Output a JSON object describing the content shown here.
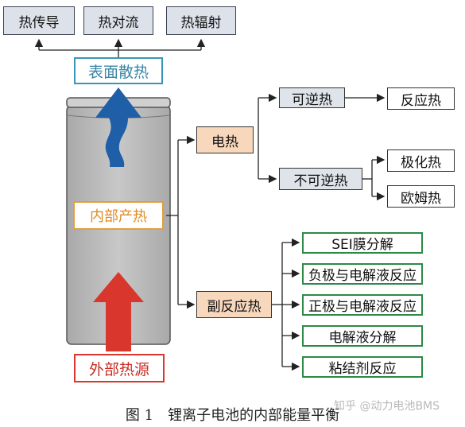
{
  "diagram": {
    "top_boxes": [
      "热传导",
      "热对流",
      "热辐射"
    ],
    "surface_heat": "表面散热",
    "internal_heat": "内部产热",
    "external_heat": "外部热源",
    "electric_heat": "电热",
    "reversible_heat": "可逆热",
    "reaction_heat": "反应热",
    "irreversible_heat": "不可逆热",
    "polarization_heat": "极化热",
    "ohmic_heat": "欧姆热",
    "side_reaction_heat": "副反应热",
    "side_reactions": [
      "SEI膜分解",
      "负极与电解液反应",
      "正极与电解液反应",
      "电解液分解",
      "粘结剂反应"
    ]
  },
  "caption": "图 1　锂离子电池的内部能量平衡",
  "watermark": "知乎 @动力电池BMS",
  "colors": {
    "up_arrow": "#1f5fa8",
    "down_arrow": "#d9372d"
  }
}
